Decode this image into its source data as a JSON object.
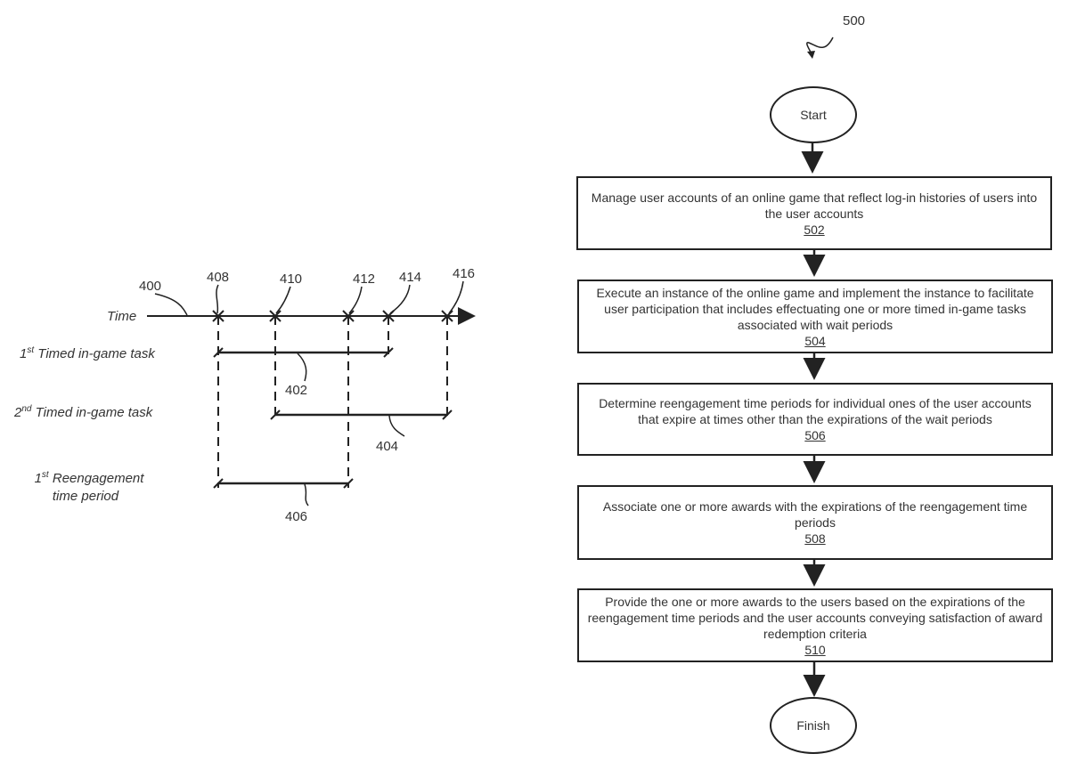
{
  "timeline": {
    "figure_ref": "400",
    "axis_label": "Time",
    "markers": [
      {
        "ref": "408"
      },
      {
        "ref": "410"
      },
      {
        "ref": "412"
      },
      {
        "ref": "414"
      },
      {
        "ref": "416"
      }
    ],
    "rows": [
      {
        "label_sup": "st",
        "label_prefix": "1",
        "label_text": " Timed in-game task",
        "span_ref": "402",
        "from_marker": "408",
        "to_marker": "414"
      },
      {
        "label_sup": "nd",
        "label_prefix": "2",
        "label_text": " Timed in-game task",
        "span_ref": "404",
        "from_marker": "410",
        "to_marker": "416"
      },
      {
        "label_sup": "st",
        "label_prefix": "1",
        "label_text": " Reengagement",
        "label_line2": "time period",
        "span_ref": "406",
        "from_marker": "408",
        "to_marker": "412"
      }
    ]
  },
  "flowchart": {
    "figure_ref": "500",
    "start_label": "Start",
    "finish_label": "Finish",
    "steps": [
      {
        "text": "Manage user accounts of an online game that reflect log-in histories of users into the user accounts",
        "ref": "502"
      },
      {
        "text": "Execute an instance of the online game and implement the instance to facilitate user participation that includes effectuating one or more timed in-game tasks associated with wait periods",
        "ref": "504"
      },
      {
        "text": "Determine reengagement time periods for individual ones of the user accounts that expire at times other than the expirations of the wait periods",
        "ref": "506"
      },
      {
        "text": "Associate one or more awards with the expirations of the reengagement time periods",
        "ref": "508"
      },
      {
        "text": "Provide the one or more awards to the users based on the expirations of the reengagement time periods and the user accounts conveying satisfaction of award redemption criteria",
        "ref": "510"
      }
    ]
  }
}
